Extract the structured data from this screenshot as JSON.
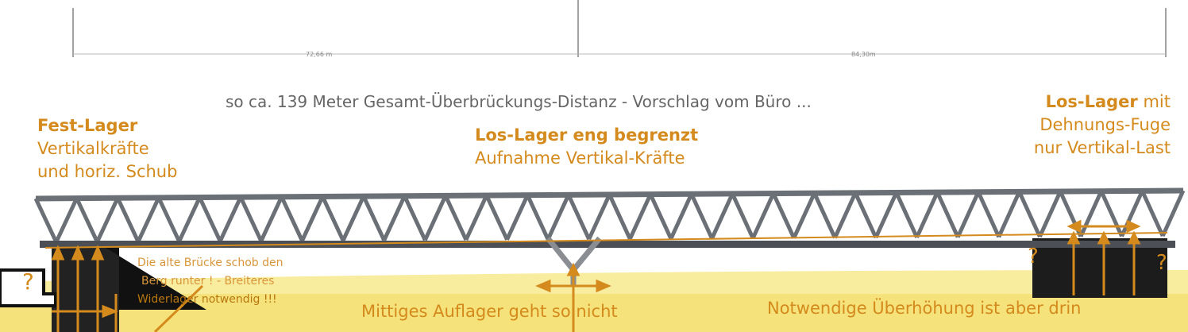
{
  "dimensions": {
    "left_span": "72,66 m",
    "right_span": "84,30m"
  },
  "headline": "so ca.  139 Meter  Gesamt-Überbrückungs-Distanz  - Vorschlag vom Büro ...",
  "left_bearing": {
    "title": "Fest-Lager",
    "line1": "Vertikalkräfte",
    "line2": "und horiz. Schub"
  },
  "middle_bearing": {
    "title": "Los-Lager eng begrenzt",
    "line1": "Aufnahme Vertikal-Kräfte"
  },
  "right_bearing": {
    "title": "Los-Lager",
    "title_suffix": " mit",
    "line1": "Dehnungs-Fuge",
    "line2": "nur Vertikal-Last"
  },
  "old_bridge_note": {
    "line1": "Die  alte Brücke schob den",
    "line2": "Berg runter ! - Breiteres",
    "line3": "Widerlager notwendig !!!"
  },
  "middle_note": "Mittiges Auflager geht so nicht",
  "right_note": "Notwendige Überhöhung ist aber drin",
  "question_mark": "?",
  "colors": {
    "annotation": "#d48a1c",
    "ground": "#f5e27a",
    "truss": "#6b7077"
  }
}
